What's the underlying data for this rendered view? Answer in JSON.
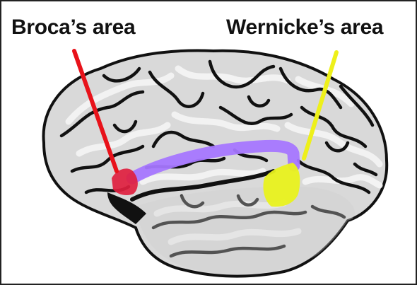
{
  "labels": {
    "broca": "Broca’s area",
    "wernicke": "Wernicke’s area"
  },
  "colors": {
    "broca_pointer": "#e8121a",
    "broca_region": "#e01f3f",
    "wernicke_pointer": "#eef01a",
    "wernicke_region": "#e9f21d",
    "pathway": "#a777ff",
    "brain_fill": "#d9d9d9",
    "brain_gyri": "#f2f2f2",
    "brain_sulci": "#111111"
  },
  "icons": [
    "brain-illustration"
  ]
}
